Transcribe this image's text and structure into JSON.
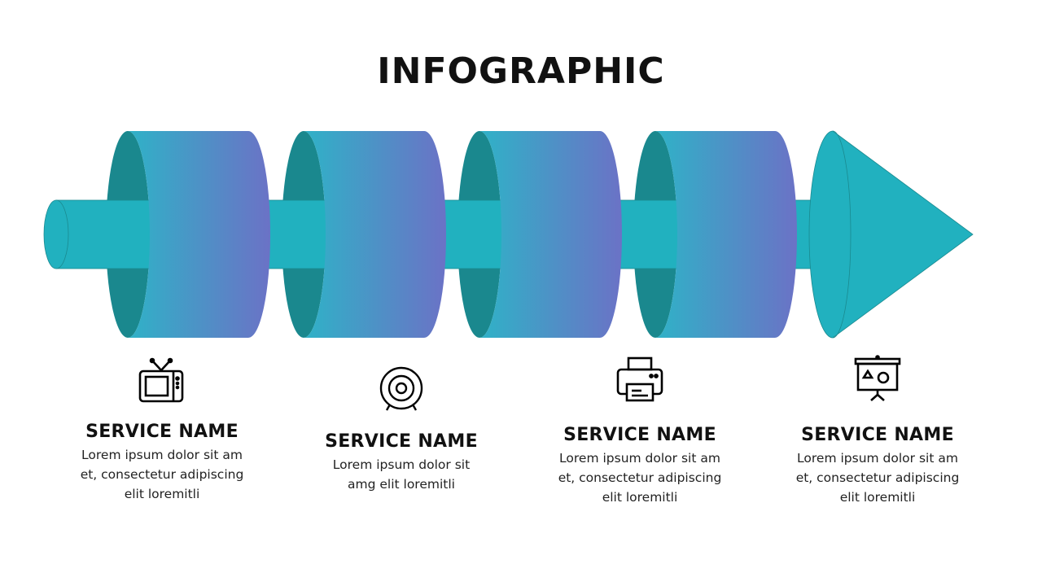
{
  "title": "INFOGRAPHIC",
  "colors": {
    "rod": "#21b1bf",
    "disc_dark": "#1a888e",
    "gradient_start": "#2fb2c7",
    "gradient_end": "#6b72c6"
  },
  "items": [
    {
      "icon": "tv-icon",
      "title": "SERVICE NAME",
      "lines": [
        "Lorem ipsum dolor sit am",
        "et, consectetur adipiscing",
        "elit loremitli"
      ]
    },
    {
      "icon": "target-icon",
      "title": "SERVICE NAME",
      "lines": [
        "Lorem ipsum dolor sit",
        "amg elit loremitli"
      ]
    },
    {
      "icon": "printer-icon",
      "title": "SERVICE NAME",
      "lines": [
        "Lorem ipsum dolor sit am",
        "et, consectetur adipiscing",
        "elit loremitli"
      ]
    },
    {
      "icon": "presentation-board-icon",
      "title": "SERVICE NAME",
      "lines": [
        "Lorem ipsum dolor sit am",
        "et, consectetur adipiscing",
        "elit loremitli"
      ]
    }
  ]
}
